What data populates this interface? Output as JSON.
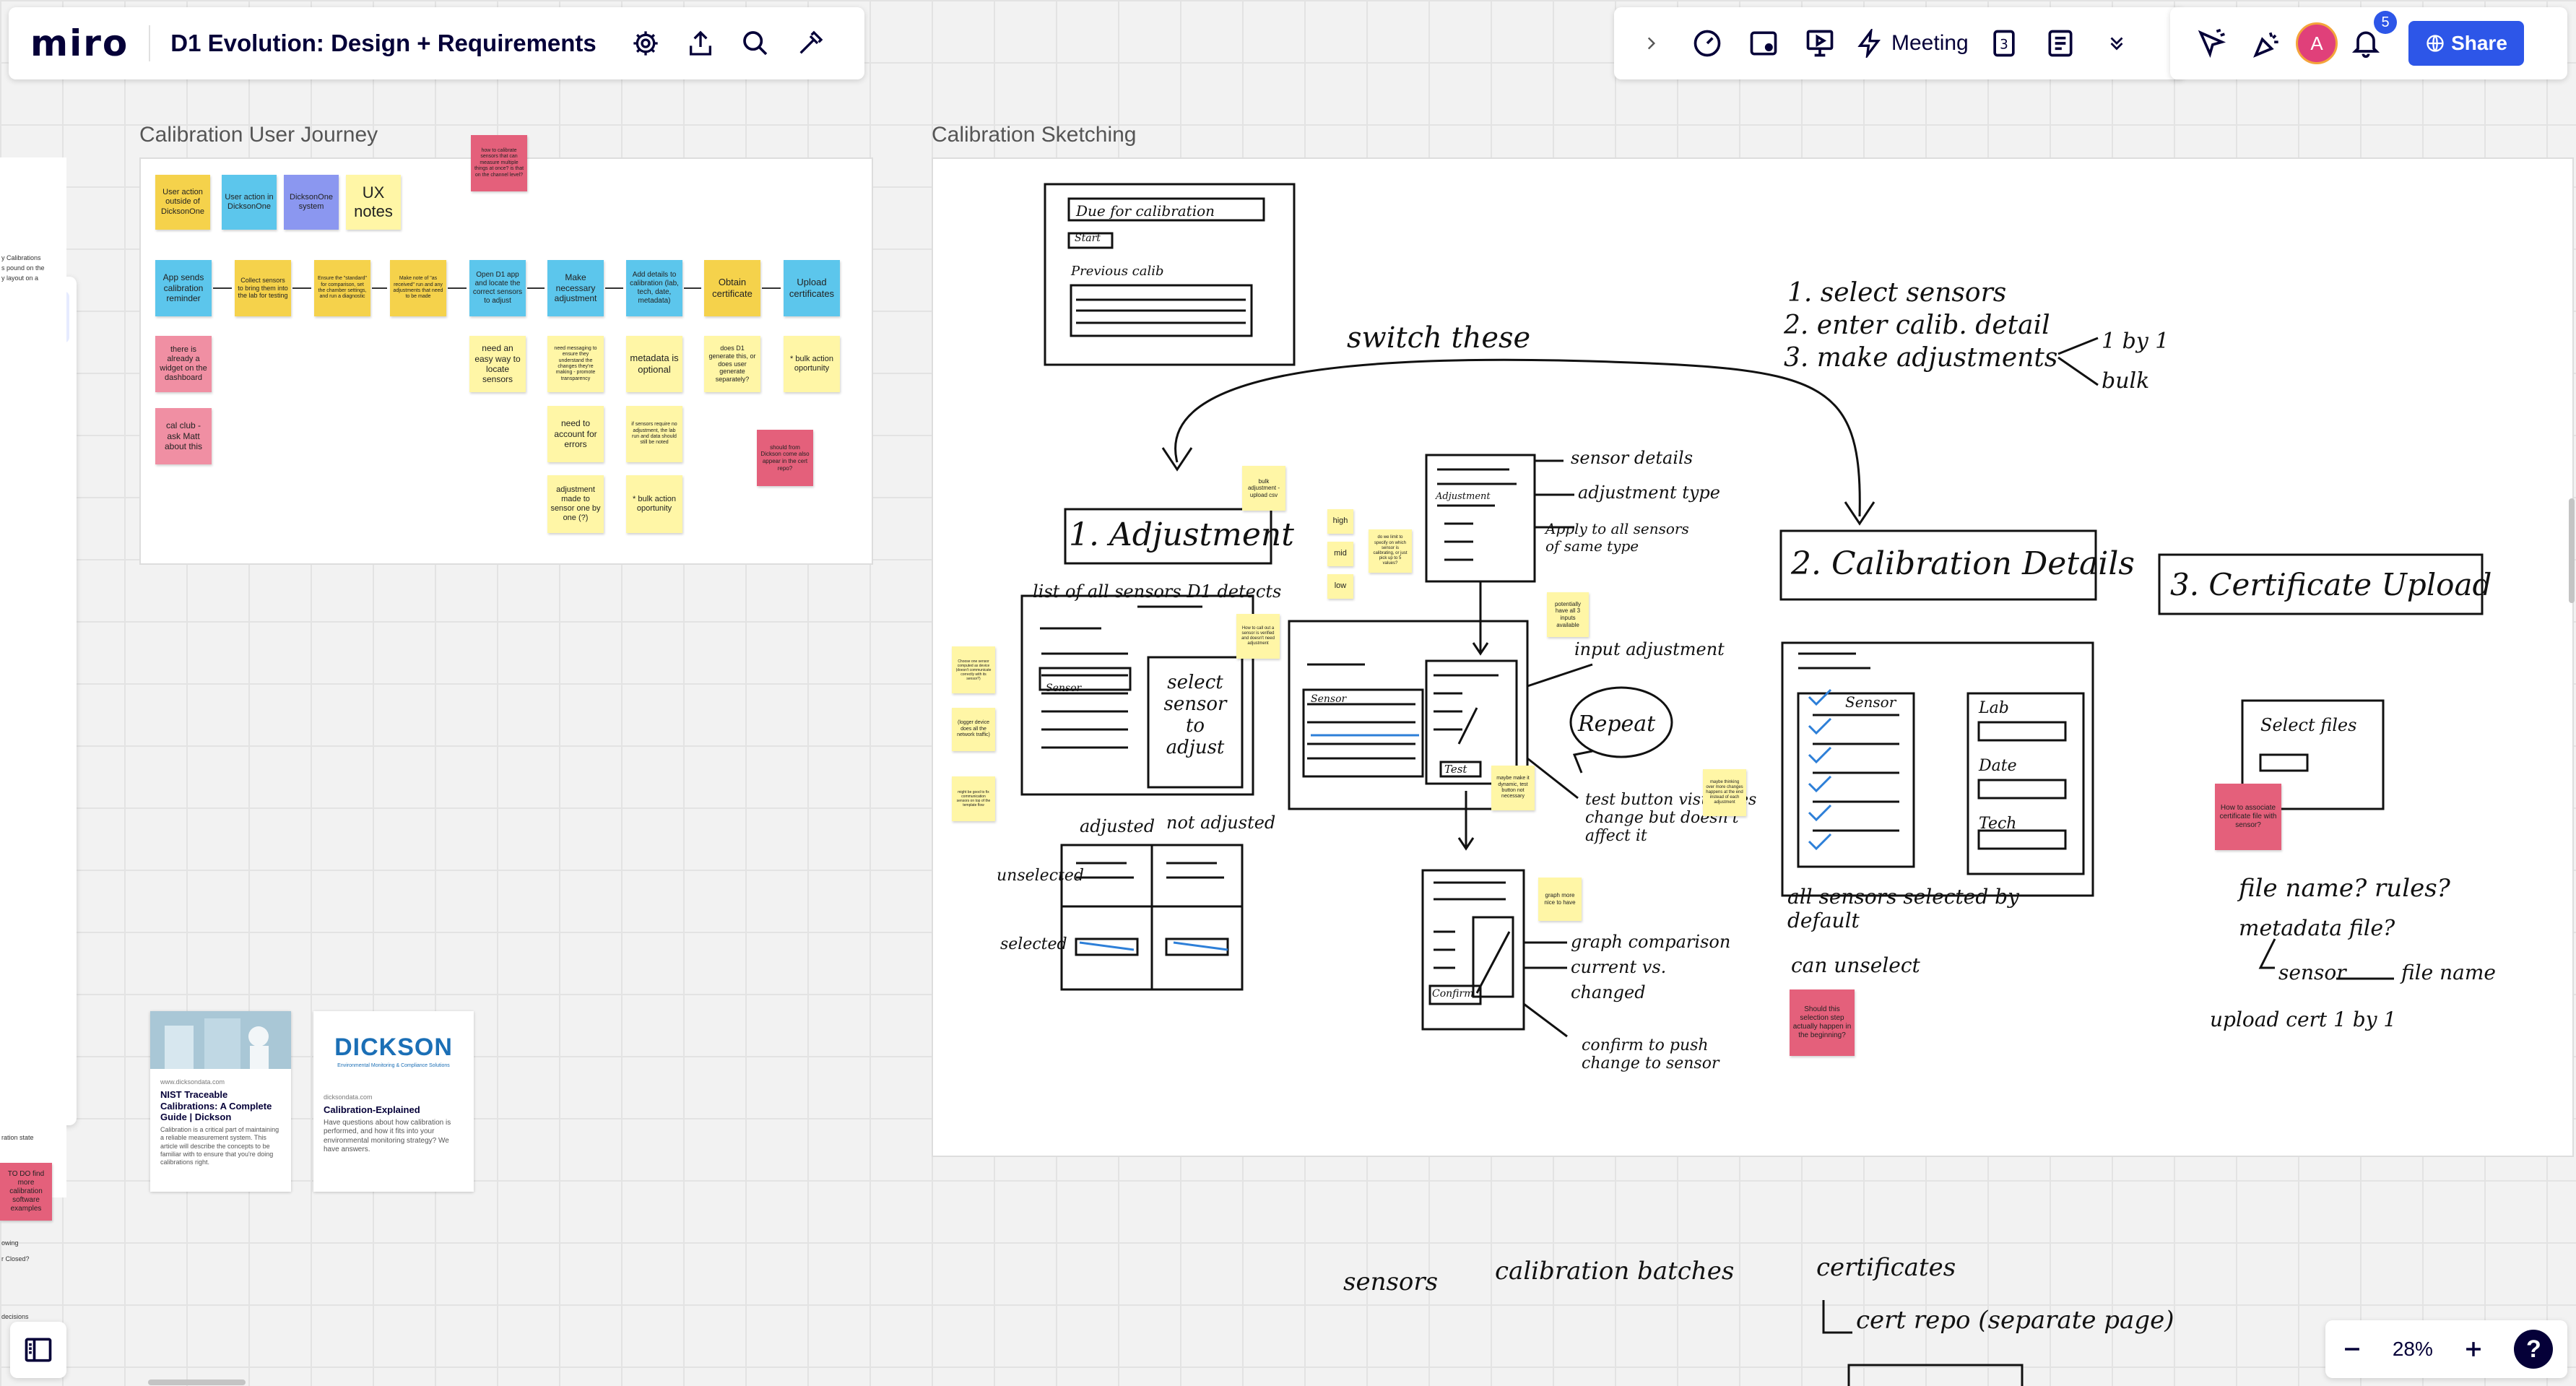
{
  "app": {
    "logo": "miro",
    "board_title": "D1 Evolution: Design + Requirements"
  },
  "topbar": {
    "meeting_label": "Meeting",
    "share_label": "Share",
    "avatar_initial": "A",
    "notification_count": "5"
  },
  "zoom": {
    "level": "28%"
  },
  "help_label": "?",
  "frames": {
    "journey_title": "Calibration User Journey",
    "sketch_title": "Calibration Sketching"
  },
  "journey": {
    "legend": {
      "outside": "User action outside of DicksonOne",
      "in": "User action in DicksonOne",
      "system": "DicksonOne system",
      "ux": "UX notes"
    },
    "top_note": "how to calibrate sensors that can measure multiple things at once? is that on the channel level?",
    "steps": [
      "App sends calibration reminder",
      "Collect sensors to bring them into the lab for testing",
      "Ensure the \"standard\" for comparison, set the chamber settings, and run a diagnostic",
      "Make note of \"as received\" run and any adjustments that need to be made",
      "Open D1 app and locate the correct sensors to adjust",
      "Make necessary adjustment",
      "Add details to calibration (lab, tech, date, metadata)",
      "Obtain certificate",
      "Upload certificates"
    ],
    "notes": {
      "already_widget": "there is already a widget on the dashboard",
      "cal_club": "cal club - ask Matt about this",
      "easy_locate": "need an easy way to locate sensors",
      "messaging": "need messaging to ensure they understand the changes they're making - promote transparency",
      "account_errors": "need to account for errors",
      "adjustment_one": "adjustment made to sensor one by one (?)",
      "metadata_optional": "metadata is optional",
      "sensors_require": "if sensors require no adjustment, the lab run and data should still be noted",
      "bulk_action_1": "* bulk action oportunity",
      "d1_generate": "does D1 generate this, or does user generate separately?",
      "bulk_action_2": "* bulk action oportunity",
      "cert_repo": "should from Dickson come also appear in the cert repo?"
    }
  },
  "sketch": {
    "switch_these": "switch these",
    "steps_list": [
      "1. select sensors",
      "2. enter calib. detail",
      "3. make adjustments"
    ],
    "by_one": "1 by 1",
    "bulk": "bulk",
    "adjustment_title": "1. Adjustment",
    "calibration_title": "2. Calibration Details",
    "certificate_title": "3. Certificate Upload",
    "due_for_calibration": "Due for calibration",
    "start": "Start",
    "previous_calib": "Previous calib",
    "list_all_sensors": "list of all sensors D1 detects",
    "select_sensor": "select sensor to adjust",
    "sensor_label": "Sensor",
    "adjusted": "adjusted",
    "not_adjusted": "not adjusted",
    "unselected": "unselected",
    "selected": "selected",
    "sensor_details": "sensor details",
    "adjustment_type": "adjustment type",
    "adjustment_label": "Adjustment",
    "apply_all": "Apply to all sensors of same type",
    "input_adjustment": "input adjustment",
    "repeat": "Repeat",
    "test_label": "Test",
    "test_button": "test button visualizes change but doesn't affect it",
    "graph_comparison": "graph comparison",
    "current_vs": "current vs.",
    "changed": "changed",
    "confirm_label": "Confirm",
    "confirm_push": "confirm to push change to sensor",
    "lab": "Lab",
    "date": "Date",
    "tech": "Tech",
    "all_selected": "all sensors selected by default",
    "can_unselect": "can unselect",
    "select_files": "Select files",
    "file_name_rules": "file name? rules?",
    "metadata_file": "metadata file?",
    "sensor_file": "sensor",
    "file_name": "file name",
    "upload_cert": "upload cert 1 by 1",
    "sensors": "sensors",
    "calibration_batches": "calibration batches",
    "certificates": "certificates",
    "cert_repo": "cert repo (separate page)",
    "stickies": {
      "bulk_adjustment": "bulk adjustment - upload csv",
      "high": "high",
      "mid": "mid",
      "low": "low",
      "be_limited": "do we limit to specify on which sensor is calibrating, or just pick up to 5 values?",
      "potentially": "potentially have all 3 inputs available",
      "call_out": "How to call out a sensor is verified and doesn't need adjustment",
      "choose_sensor": "Choose one sensor computed as device (doesn't communicate correctly with its sensor?)",
      "logger_device": "(logger device does all the network traffic)",
      "might_account": "might be good to fix communication sensors on top of the template flow",
      "maybe_make": "maybe make it dynamic, test button not necessary",
      "maybe_thinking": "maybe thinking over more changes happens at the end instead of each adjustment",
      "graph_more": "graph more nice to have",
      "should_this": "Should this selection step actually happen in the beginning?",
      "associate": "How to associate certificate file with sensor?"
    }
  },
  "resources": [
    {
      "url": "www.dicksondata.com",
      "title": "NIST Traceable Calibrations: A Complete Guide | Dickson",
      "desc": "Calibration is a critical part of maintaining a reliable measurement system. This article will describe the concepts to be familiar with to ensure that you're doing calibrations right."
    },
    {
      "brand": "DICKSON",
      "tagline": "Environmental Monitoring & Compliance Solutions",
      "url": "dicksondata.com",
      "title": "Calibration-Explained",
      "desc": "Have questions about how calibration is performed, and how it fits into your environmental monitoring strategy? We have answers."
    }
  ],
  "left_snippets": {
    "s1": "y Calibrations",
    "s2": "s pound on the",
    "s3": "y layout on a",
    "todo": "TO DO find more calibration software examples",
    "pink_a": "",
    "s4": "ration state",
    "s5": "owing",
    "s6": "r Closed?",
    "s7": "decisions"
  },
  "colors": {
    "accent": "#2d56e8",
    "yellow": "#f5d24b",
    "light_yellow": "#fff6a6",
    "blue": "#5cc6ec",
    "purple": "#8b97f0",
    "pink": "#f08fa3",
    "red": "#e4607b"
  }
}
